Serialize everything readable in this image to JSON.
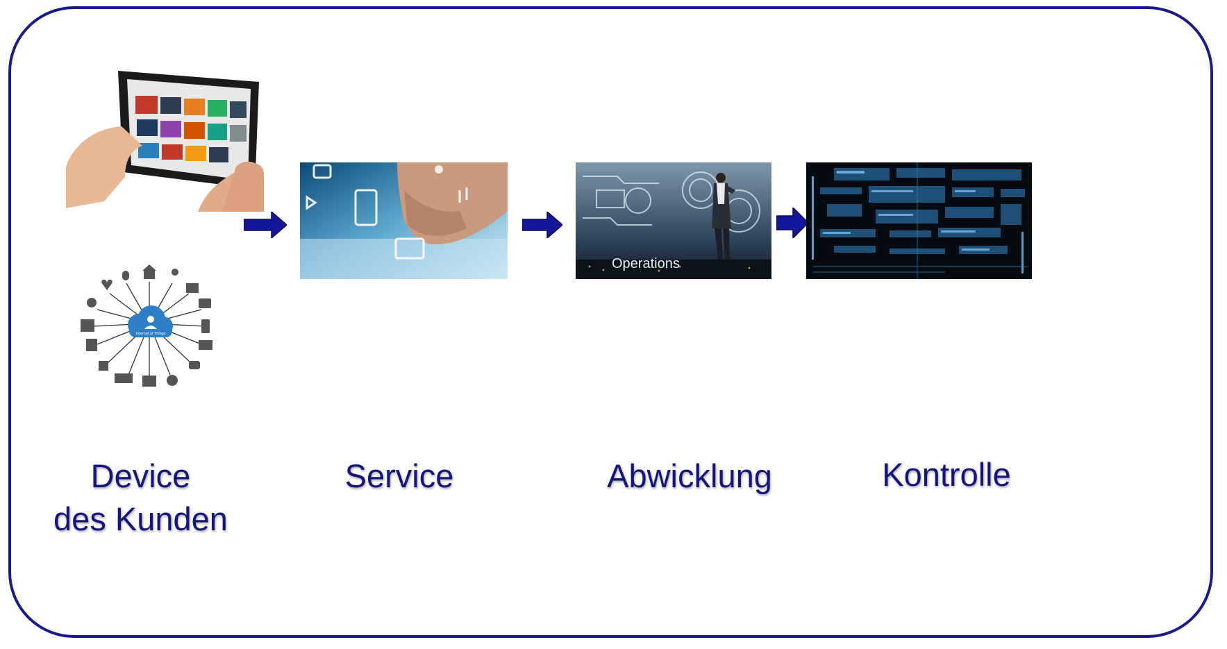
{
  "steps": [
    {
      "label": "Device\ndes Kunden",
      "images": [
        "tablet-in-hands-image",
        "internet-of-things-diagram-image"
      ]
    },
    {
      "label": "Service",
      "images": [
        "touchscreen-finger-image"
      ]
    },
    {
      "label": "Abwicklung",
      "images": [
        "operations-businessman-image"
      ]
    },
    {
      "label": "Kontrolle",
      "images": [
        "control-dashboard-screens-image"
      ]
    }
  ],
  "iot": {
    "center_text": "Internet of Things"
  },
  "operations_image_text": "Operations",
  "colors": {
    "frame": "#1a1a8c",
    "label": "#15157f",
    "arrow": "#16169a",
    "iot_blue": "#2e7fc6"
  }
}
